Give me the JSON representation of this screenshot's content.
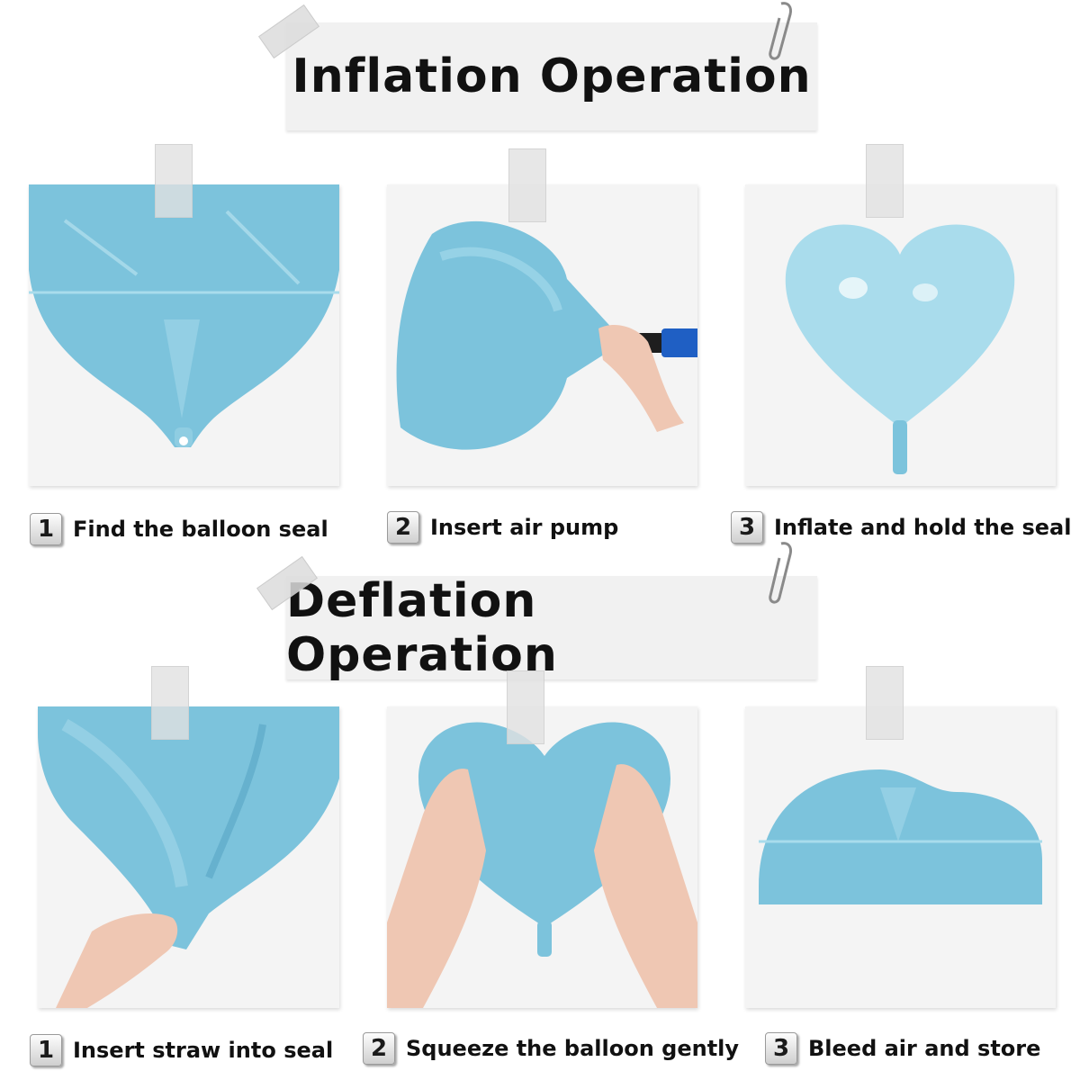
{
  "colors": {
    "balloon": "#7cc3dc",
    "balloon_light": "#a9dcec",
    "balloon_dark": "#4fa0bf",
    "skin": "#efc7b3",
    "pump_handle": "#1e1e1e",
    "pump_body": "#1f5fc4"
  },
  "inflation": {
    "title": "Inflation Operation",
    "steps": [
      {
        "number": "1",
        "label": "Find the balloon seal"
      },
      {
        "number": "2",
        "label": "Insert air pump"
      },
      {
        "number": "3",
        "label": "Inflate and hold the seal"
      }
    ]
  },
  "deflation": {
    "title": "Deflation Operation",
    "steps": [
      {
        "number": "1",
        "label": "Insert straw into seal"
      },
      {
        "number": "2",
        "label": "Squeeze the balloon gently"
      },
      {
        "number": "3",
        "label": "Bleed air and store"
      }
    ]
  }
}
